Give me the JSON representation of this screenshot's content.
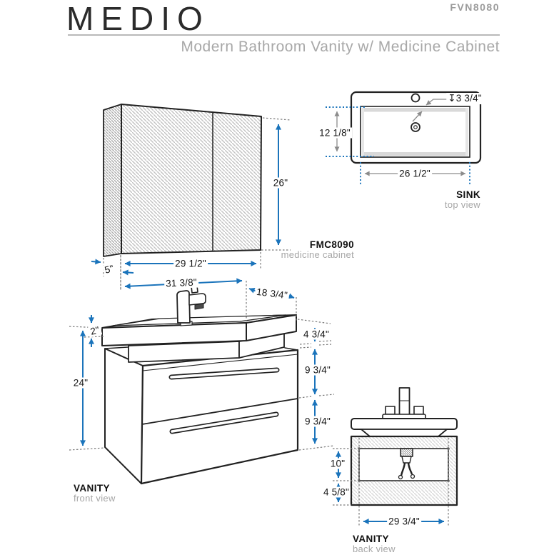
{
  "header": {
    "title": "MEDIO",
    "model": "FVN8080",
    "subtitle": "Modern Bathroom Vanity w/ Medicine Cabinet"
  },
  "views": {
    "medicine_cabinet": {
      "code": "FMC8090",
      "caption": "medicine cabinet",
      "dims": {
        "height": "26\"",
        "width": "29 1/2\"",
        "depth": "5\""
      }
    },
    "sink_top": {
      "title": "SINK",
      "caption": "top view",
      "dims": {
        "length": "12 1/8\"",
        "width": "26 1/2\"",
        "basin_depth": "↧3 3/4\""
      }
    },
    "vanity_front": {
      "title": "VANITY",
      "caption": "front view",
      "dims": {
        "overall_width": "31 3/8\"",
        "depth": "18 3/4\"",
        "countertop": "2\"",
        "overall_height": "24\"",
        "sink_assembly": "4 3/4\"",
        "top_drawer": "9 3/4\"",
        "bottom_drawer": "9 3/4\""
      }
    },
    "vanity_back": {
      "title": "VANITY",
      "caption": "back view",
      "dims": {
        "open_cutout": "10\"",
        "lower_panel": "4 5/8\"",
        "width": "29 3/4\""
      }
    }
  },
  "colors": {
    "dimension_blue": "#1b74bb",
    "dimension_gray": "#8c8c8c",
    "caption_gray": "#a6a6a6",
    "line_color": "#222222"
  }
}
